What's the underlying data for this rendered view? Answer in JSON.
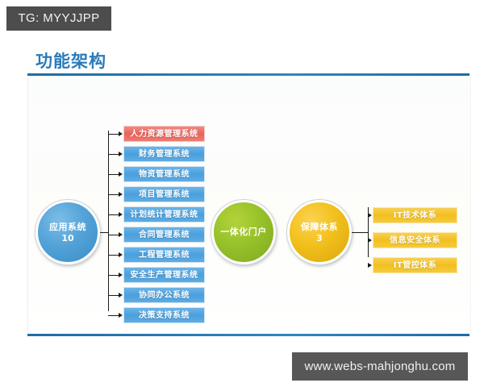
{
  "badge": {
    "text": "TG: MYYJJPP"
  },
  "slide": {
    "title": "功能架构"
  },
  "nodes": {
    "application": {
      "label": "应用系统",
      "count": "10"
    },
    "portal": {
      "label": "一体化门户",
      "count": ""
    },
    "guarantee": {
      "label": "保障体系",
      "count": "3"
    }
  },
  "application_systems": [
    {
      "label": "人力资源管理系统",
      "color": "#e8645c"
    },
    {
      "label": "财务管理系统",
      "color": "#4a9fdd"
    },
    {
      "label": "物资管理系统",
      "color": "#4a9fdd"
    },
    {
      "label": "项目管理系统",
      "color": "#4a9fdd"
    },
    {
      "label": "计划统计管理系统",
      "color": "#4a9fdd"
    },
    {
      "label": "合同管理系统",
      "color": "#4a9fdd"
    },
    {
      "label": "工程管理系统",
      "color": "#4a9fdd"
    },
    {
      "label": "安全生产管理系统",
      "color": "#4a9fdd"
    },
    {
      "label": "协同办公系统",
      "color": "#4a9fdd"
    },
    {
      "label": "决策支持系统",
      "color": "#4a9fdd"
    }
  ],
  "guarantee_systems": [
    {
      "label": "IT技术体系",
      "color": "#f1c01f"
    },
    {
      "label": "信息安全体系",
      "color": "#f1c01f"
    },
    {
      "label": "IT管控体系",
      "color": "#f1c01f"
    }
  ],
  "watermark": {
    "text": "www.webs-mahjonghu.com"
  }
}
